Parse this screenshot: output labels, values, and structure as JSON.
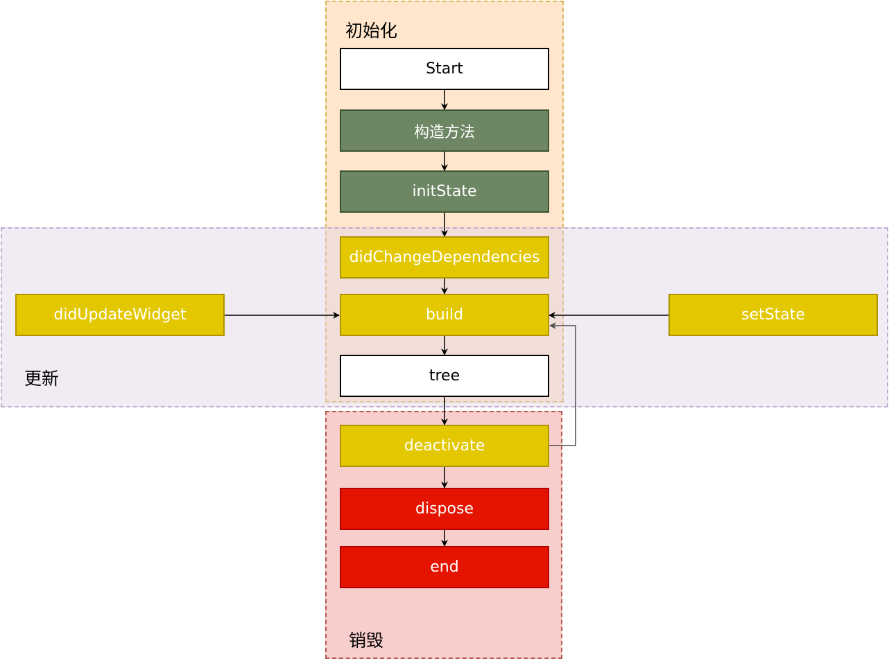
{
  "groups": {
    "init": {
      "label": "初始化"
    },
    "update": {
      "label": "更新"
    },
    "destroy": {
      "label": "销毁"
    }
  },
  "nodes": {
    "start": "Start",
    "constructor": "构造方法",
    "init_state": "initState",
    "did_change_dependencies": "didChangeDependencies",
    "build": "build",
    "tree": "tree",
    "did_update_widget": "didUpdateWidget",
    "set_state": "setState",
    "deactivate": "deactivate",
    "dispose": "dispose",
    "end": "end"
  },
  "colors": {
    "init_fill": "#ffe6cc",
    "update_fill": "#e1d5e7",
    "destroy_fill": "#f8cecc",
    "green_node": "#6d8764",
    "yellow_node": "#e3c800",
    "red_node": "#e51400",
    "white_node": "#ffffff"
  }
}
